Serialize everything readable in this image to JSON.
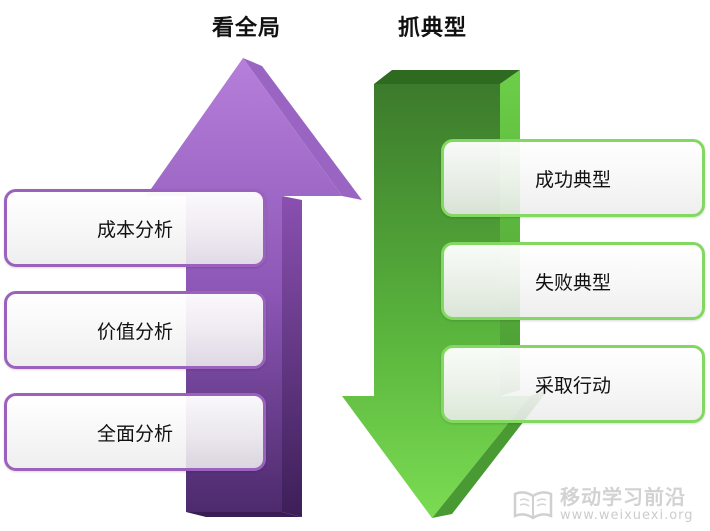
{
  "headings": {
    "left": "看全局",
    "right": "抓典型"
  },
  "left_items": [
    "成本分析",
    "价值分析",
    "全面分析"
  ],
  "right_items": [
    "成功典型",
    "失败典型",
    "采取行动"
  ],
  "watermark": {
    "text": "移动学习前沿",
    "url": "www.weixuexi.org"
  },
  "colors": {
    "purple_light": "#b07ad4",
    "purple_dark": "#4e2a6e",
    "green_light": "#76d84e",
    "green_dark": "#2f6a22"
  }
}
